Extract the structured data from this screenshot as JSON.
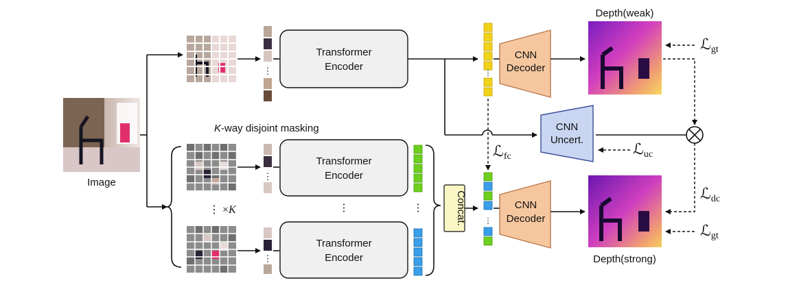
{
  "input": {
    "label": "Image"
  },
  "masking": {
    "prefix": "K",
    "label": "-way disjoint masking",
    "count_label": "⋮ ×",
    "count_var": "K"
  },
  "encoders": [
    {
      "line1": "Transformer",
      "line2": "Encoder"
    },
    {
      "line1": "Transformer",
      "line2": "Encoder"
    },
    {
      "line1": "Transformer",
      "line2": "Encoder"
    }
  ],
  "decoders": [
    {
      "line1": "CNN",
      "line2": "Decoder"
    },
    {
      "line1": "CNN",
      "line2": "Decoder"
    }
  ],
  "uncertainty": {
    "line1": "CNN",
    "line2": "Uncert."
  },
  "concat": {
    "label": "Concat."
  },
  "outputs": {
    "weak": "Depth(weak)",
    "strong": "Depth(strong)"
  },
  "losses": {
    "gt_weak": {
      "sym": "ℒ",
      "sub": "gt"
    },
    "gt_strong": {
      "sym": "ℒ",
      "sub": "gt"
    },
    "fc": {
      "sym": "ℒ",
      "sub": "fc"
    },
    "uc": {
      "sym": "ℒ",
      "sub": "uc"
    },
    "dc": {
      "sym": "ℒ",
      "sub": "dc"
    }
  },
  "ellipsis": "⋮",
  "colors": {
    "encoder_fill": "#f0f0f0",
    "decoder_fill": "#f6c79f",
    "decoder_stroke": "#b9774a",
    "uncert_fill": "#c9d6f2",
    "uncert_stroke": "#3c4f9a",
    "concat_fill": "#fbf7c5",
    "token_yellow": "#f0d21a",
    "token_green": "#6ed01e",
    "token_blue": "#3a9ee8"
  }
}
